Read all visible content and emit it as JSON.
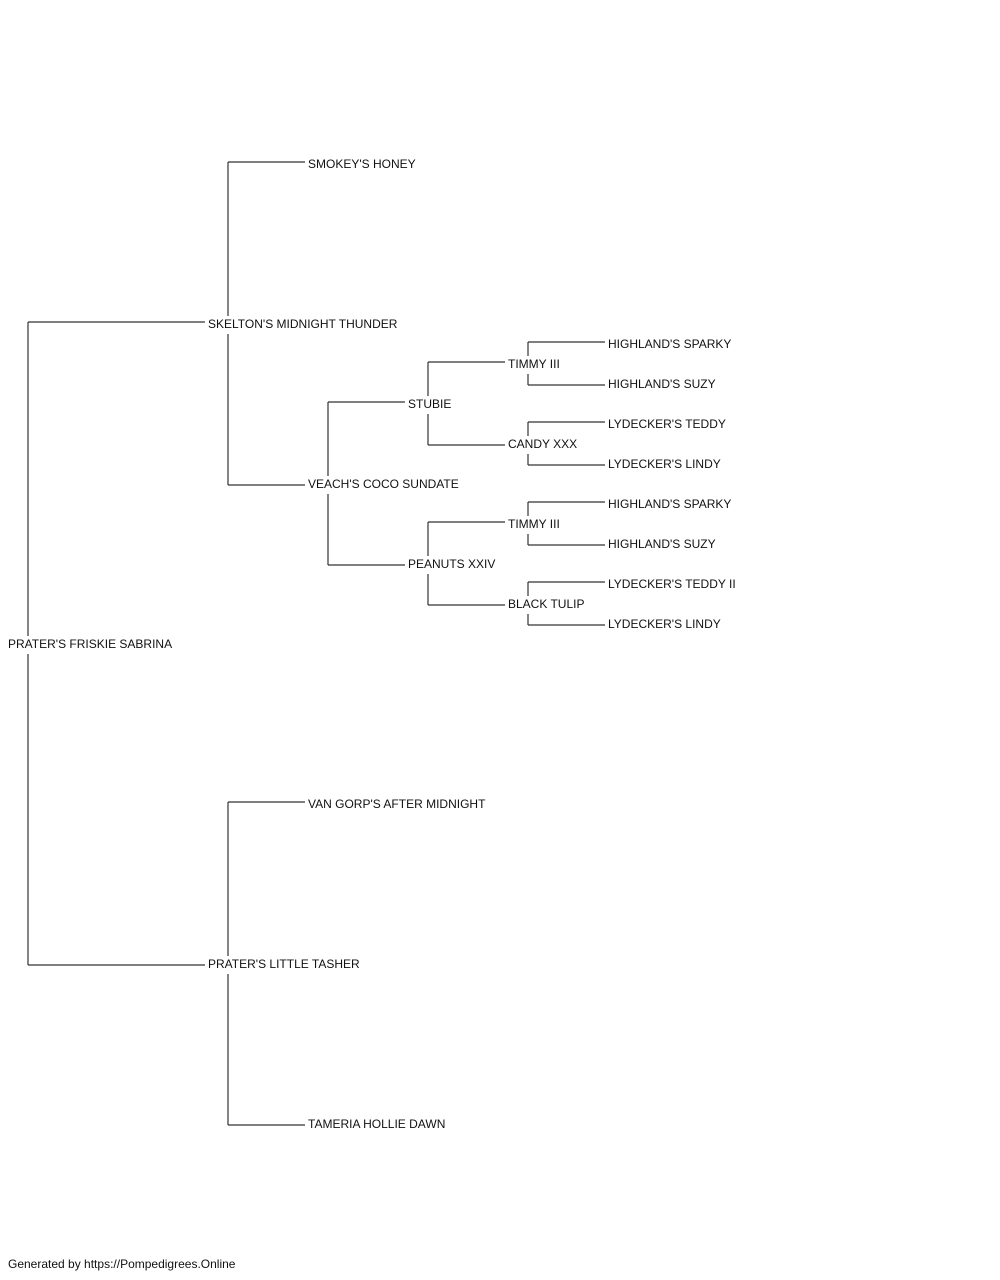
{
  "pedigree": {
    "subject": "PRATER'S FRISKIE SABRINA",
    "sire": "SKELTON'S MIDNIGHT THUNDER",
    "sire_sire": "SMOKEY'S HONEY",
    "sire_dam": "VEACH'S COCO SUNDATE",
    "sire_dam_sire": "STUBIE",
    "sire_dam_sire_sire": "TIMMY III",
    "sire_dam_sire_sire_sire": "HIGHLAND'S SPARKY",
    "sire_dam_sire_sire_dam": "HIGHLAND'S SUZY",
    "sire_dam_sire_dam": "CANDY XXX",
    "sire_dam_sire_dam_sire": "LYDECKER'S TEDDY",
    "sire_dam_sire_dam_dam": "LYDECKER'S LINDY",
    "sire_dam_dam": "PEANUTS XXIV",
    "sire_dam_dam_sire": "TIMMY III",
    "sire_dam_dam_sire_sire": "HIGHLAND'S SPARKY",
    "sire_dam_dam_sire_dam": "HIGHLAND'S SUZY",
    "sire_dam_dam_dam": "BLACK TULIP",
    "sire_dam_dam_dam_sire": "LYDECKER'S TEDDY II",
    "sire_dam_dam_dam_dam": "LYDECKER'S LINDY",
    "dam": "PRATER'S LITTLE TASHER",
    "dam_sire": "VAN GORP'S AFTER MIDNIGHT",
    "dam_dam": "TAMERIA HOLLIE DAWN"
  },
  "footer": "Generated by https://Pompedigrees.Online"
}
